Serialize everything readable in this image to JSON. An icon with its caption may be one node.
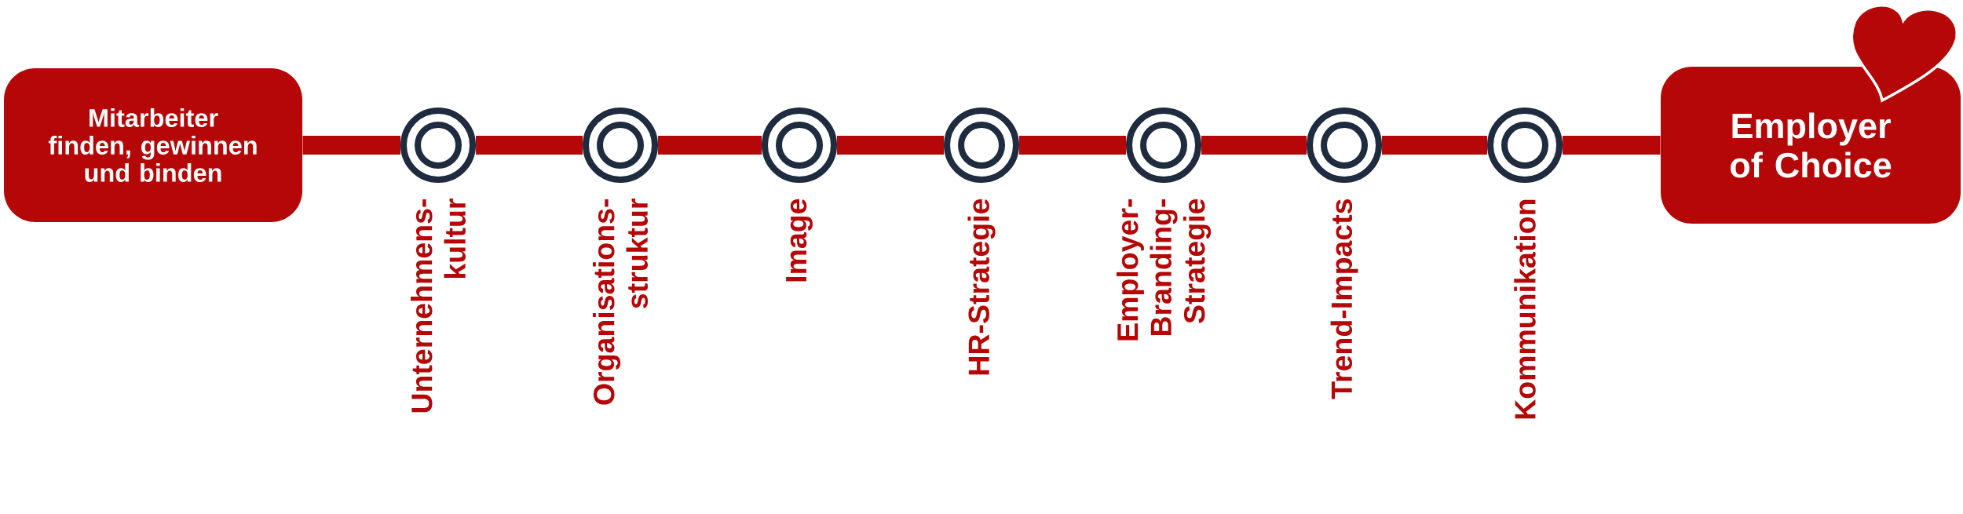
{
  "diagram": {
    "nodes": [
      {
        "text": [
          "Mitarbeiter finden, gewinnen und binden"
        ]
      },
      {
        "text": [],
        "shape": "circle",
        "beside": [
          "Unternehmens- kultur"
        ]
      },
      {
        "text": [],
        "shape": "circle",
        "beside": [
          "Organisations- struktur"
        ]
      },
      {
        "text": [],
        "shape": "circle",
        "beside": [
          "Image"
        ]
      },
      {
        "text": [],
        "shape": "circle",
        "beside": [
          "HR-Strategie"
        ]
      },
      {
        "text": [],
        "shape": "circle",
        "beside": [
          "Employer- Branding- Strategie"
        ]
      },
      {
        "text": [],
        "shape": "circle",
        "beside": [
          "Trend-Impacts"
        ]
      },
      {
        "text": [],
        "shape": "circle",
        "beside": [
          "Kommunikation"
        ]
      },
      {
        "text": [
          "Employer of Choice"
        ]
      }
    ],
    "edges": [
      {
        "from": 0,
        "to": 1,
        "arrow": "none"
      },
      {
        "from": 1,
        "to": 2,
        "arrow": "none"
      },
      {
        "from": 2,
        "to": 3,
        "arrow": "none"
      },
      {
        "from": 3,
        "to": 4,
        "arrow": "none"
      },
      {
        "from": 4,
        "to": 5,
        "arrow": "none"
      },
      {
        "from": 5,
        "to": 6,
        "arrow": "none"
      },
      {
        "from": 6,
        "to": 7,
        "arrow": "none"
      },
      {
        "from": 7,
        "to": 8,
        "arrow": "none"
      }
    ]
  }
}
